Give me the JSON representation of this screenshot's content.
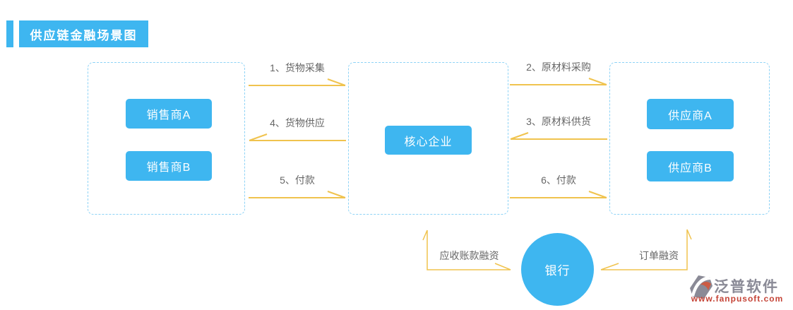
{
  "title": "供应链金融场景图",
  "nodes": {
    "seller_a": "销售商A",
    "seller_b": "销售商B",
    "core": "核心企业",
    "supplier_a": "供应商A",
    "supplier_b": "供应商B",
    "bank": "银行"
  },
  "flows": {
    "goods_collect": "1、货物采集",
    "goods_supply": "4、货物供应",
    "payment_left": "5、付款",
    "material_purchase": "2、原材料采购",
    "material_supply": "3、原材料供货",
    "payment_right": "6、付款",
    "receivable_financing": "应收账款融资",
    "order_financing": "订单融资"
  },
  "logo": {
    "name": "泛普软件",
    "url": "www.fanpusoft.com"
  },
  "colors": {
    "primary_blue": "#3EB6F0",
    "dashed_border": "#8ED3F6",
    "arrow_gold": "#F0C34E",
    "label_gray": "#666666",
    "logo_gray": "#8A8A96",
    "logo_red": "#C54437"
  }
}
